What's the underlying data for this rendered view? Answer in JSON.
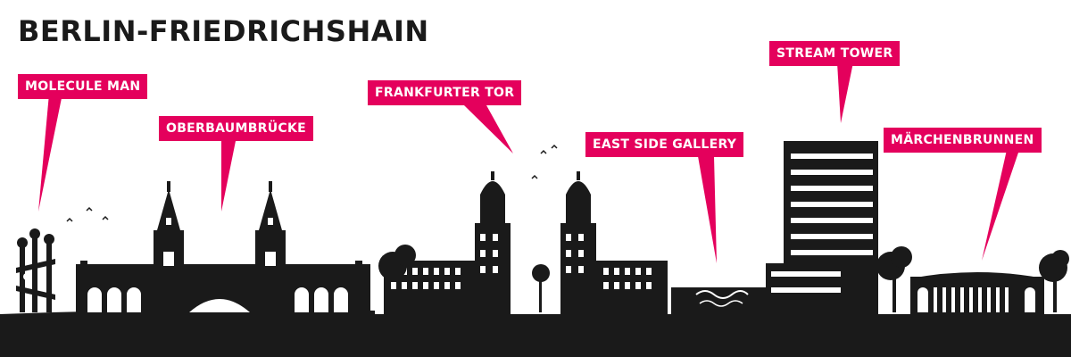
{
  "title": "BERLIN-FRIEDRICHSHAIN",
  "colors": {
    "accent": "#e4005c",
    "silhouette": "#1a1a1a",
    "background": "#ffffff"
  },
  "labels": {
    "molecule_man": "MOLECULE MAN",
    "oberbaumbruecke": "OBERBAUMBRÜCKE",
    "frankfurter_tor": "FRANKFURTER TOR",
    "east_side_gallery": "EAST SIDE GALLERY",
    "stream_tower": "STREAM TOWER",
    "maerchenbrunnen": "MÄRCHENBRUNNEN"
  }
}
